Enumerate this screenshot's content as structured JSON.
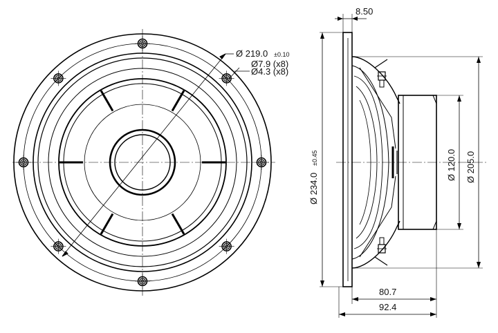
{
  "front_view": {
    "labels": {
      "mount_circle_diameter": "Ø 219.0",
      "mount_circle_tolerance": "±0.10",
      "outer_hole": "Ø7.9 (x8)",
      "inner_hole": "Ø4.3 (x8)"
    },
    "hole_count": 8
  },
  "side_view": {
    "labels": {
      "flange_thickness": "8.50",
      "outer_diameter": "Ø 234.0",
      "outer_diameter_tolerance": "±0.45",
      "magnet_diameter": "Ø 120.0",
      "cutout_diameter": "Ø 205.0",
      "depth_to_magnet": "80.7",
      "total_depth": "92.4"
    }
  },
  "colors": {
    "line": "#000000",
    "background": "#ffffff"
  }
}
